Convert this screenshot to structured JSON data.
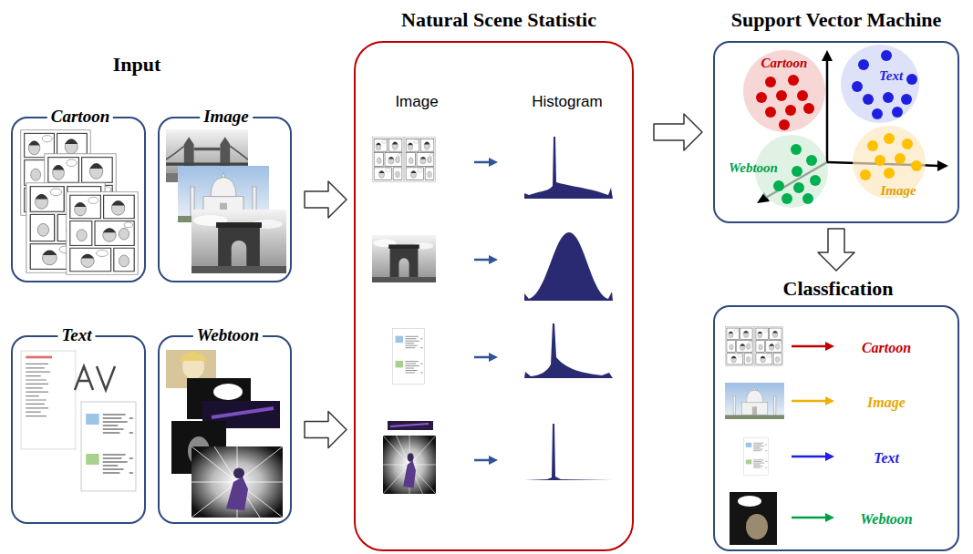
{
  "diagram": {
    "nodes": [
      {
        "text": [
          "Cartoon"
        ]
      },
      {
        "text": [
          "Image"
        ]
      },
      {
        "text": [
          "Text"
        ]
      },
      {
        "text": [
          "Webtoon"
        ]
      },
      {
        "text": [
          "Natural Scene Statistic",
          "Image",
          "Histogram"
        ]
      },
      {
        "text": [
          "Support Vector Machine"
        ]
      },
      {
        "text": [
          "Cartoon"
        ],
        "in": 5
      },
      {
        "text": [
          "Text"
        ],
        "in": 5
      },
      {
        "text": [
          "Webtoon"
        ],
        "in": 5
      },
      {
        "text": [
          "Image"
        ],
        "in": 5
      },
      {
        "text": [
          "Classfication",
          "Cartoon",
          "Image",
          "Text",
          "Webtoon"
        ]
      }
    ],
    "edges": [
      {
        "from": 1,
        "to": 4,
        "arrow": "to"
      },
      {
        "from": 3,
        "to": 4,
        "arrow": "to"
      },
      {
        "from": 4,
        "to": 5,
        "arrow": "to"
      },
      {
        "from": 5,
        "to": 10,
        "arrow": "to"
      }
    ],
    "labels": [
      "Input"
    ]
  }
}
